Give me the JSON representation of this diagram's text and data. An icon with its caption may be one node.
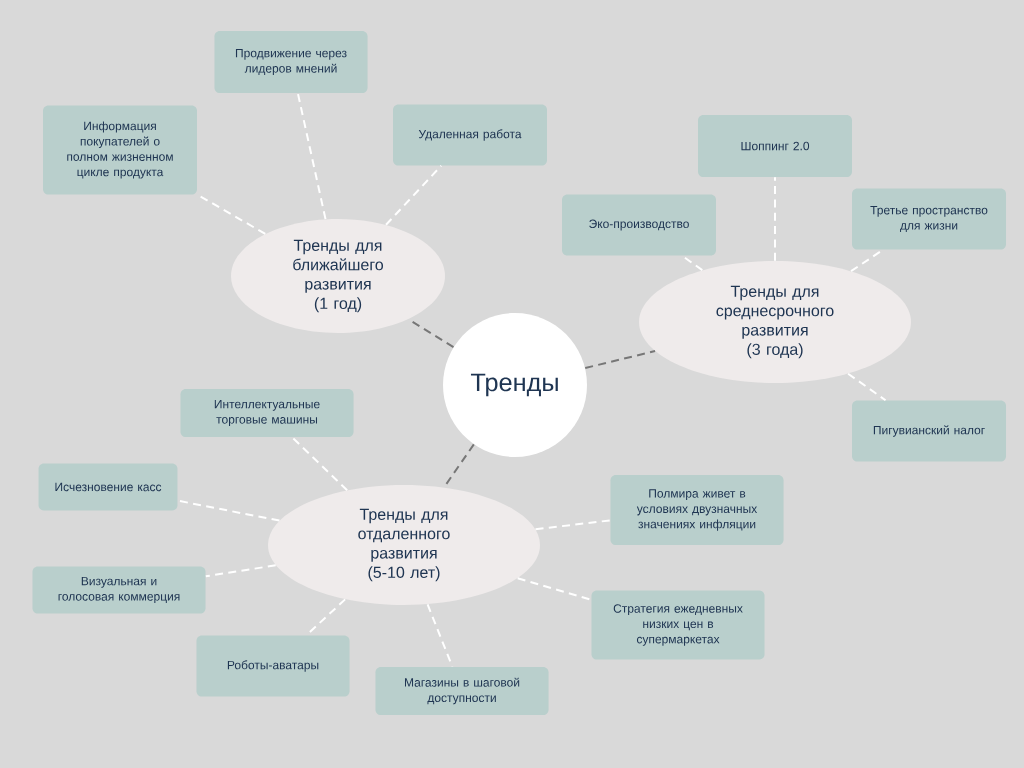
{
  "diagram": {
    "nodes": [
      {
        "text": [
          "Тренды"
        ]
      },
      {
        "text": [
          "Тренды для ближайшего развития (1 год)"
        ]
      },
      {
        "text": [
          "Информация покупателей о полном жизненном цикле продукта"
        ]
      },
      {
        "text": [
          "Продвижение через лидеров мнений"
        ]
      },
      {
        "text": [
          "Удаленная работа"
        ]
      },
      {
        "text": [
          "Тренды для среднесрочного развития (3 года)"
        ]
      },
      {
        "text": [
          "Эко-производство"
        ]
      },
      {
        "text": [
          "Шоппинг 2.0"
        ]
      },
      {
        "text": [
          "Третье пространство для жизни"
        ]
      },
      {
        "text": [
          "Пигувианский налог"
        ]
      },
      {
        "text": [
          "Тренды для отдаленного развития (5-10 лет)"
        ]
      },
      {
        "text": [
          "Интеллектуальные торговые машины"
        ]
      },
      {
        "text": [
          "Исчезновение касс"
        ]
      },
      {
        "text": [
          "Визуальная и голосовая коммерция"
        ]
      },
      {
        "text": [
          "Роботы-аватары"
        ]
      },
      {
        "text": [
          "Магазины в шаговой доступности"
        ]
      },
      {
        "text": [
          "Стратегия ежедневных низких цен в супермаркетах"
        ]
      },
      {
        "text": [
          "Полмира живет в условиях двузначных значениях инфляции"
        ]
      }
    ],
    "edges": [
      {
        "from": 0,
        "to": 1,
        "arrow": "none",
        "style": "dashed",
        "color": "#777777"
      },
      {
        "from": 0,
        "to": 5,
        "arrow": "none",
        "style": "dashed",
        "color": "#777777"
      },
      {
        "from": 0,
        "to": 10,
        "arrow": "none",
        "style": "dashed",
        "color": "#777777"
      },
      {
        "from": 1,
        "to": 2,
        "arrow": "none",
        "style": "dashed"
      },
      {
        "from": 1,
        "to": 3,
        "arrow": "none",
        "style": "dashed"
      },
      {
        "from": 1,
        "to": 4,
        "arrow": "none",
        "style": "dashed"
      },
      {
        "from": 5,
        "to": 6,
        "arrow": "none",
        "style": "dashed"
      },
      {
        "from": 5,
        "to": 7,
        "arrow": "none",
        "style": "dashed"
      },
      {
        "from": 5,
        "to": 8,
        "arrow": "none",
        "style": "dashed"
      },
      {
        "from": 5,
        "to": 9,
        "arrow": "none",
        "style": "dashed"
      },
      {
        "from": 10,
        "to": 11,
        "arrow": "none",
        "style": "dashed"
      },
      {
        "from": 10,
        "to": 12,
        "arrow": "none",
        "style": "dashed"
      },
      {
        "from": 10,
        "to": 13,
        "arrow": "none",
        "style": "dashed"
      },
      {
        "from": 10,
        "to": 14,
        "arrow": "none",
        "style": "dashed"
      },
      {
        "from": 10,
        "to": 15,
        "arrow": "none",
        "style": "dashed"
      },
      {
        "from": 10,
        "to": 16,
        "arrow": "none",
        "style": "dashed"
      },
      {
        "from": 10,
        "to": 17,
        "arrow": "none",
        "style": "dashed"
      }
    ]
  }
}
